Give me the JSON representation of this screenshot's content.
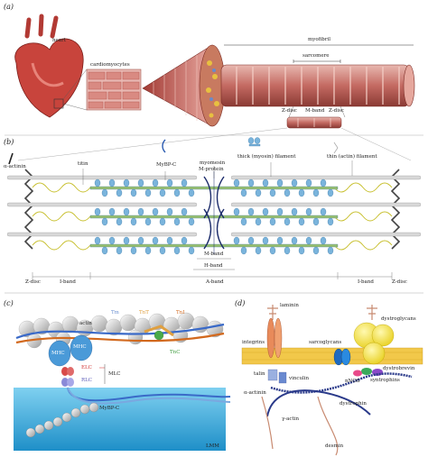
{
  "panels": {
    "a": "(a)",
    "b": "(b)",
    "c": "(c)",
    "d": "(d)"
  },
  "panel_a": {
    "heart": "heart",
    "cardiomyocytes": "cardiomyocytes",
    "myofibril": "myofibril",
    "sarcomere": "sarcomere",
    "z_disc_1": "Z-disc",
    "m_band": "M-band",
    "z_disc_2": "Z-disc"
  },
  "panel_b": {
    "alpha_actinin": "α-actinin",
    "titin": "titin",
    "mybpc": "MyBP-C",
    "myomesin": "myomesin",
    "m_protein": "M-protein",
    "thick_filament": "thick (myosin) filament",
    "thin_filament": "thin (actin) filament",
    "m_band": "M-band",
    "h_band": "H-band",
    "z_disc_left": "Z-disc",
    "i_band_left": "I-band",
    "a_band": "A-band",
    "i_band_right": "I-band",
    "z_disc_right": "Z-disc"
  },
  "panel_c": {
    "tm": "Tm",
    "tnt": "TnT",
    "tni": "TnI",
    "actin": "actin",
    "tnc": "TnC",
    "mhc1": "MHC",
    "mhc2": "MHC",
    "elc": "ELC",
    "mlc": "MLC",
    "rlc": "RLC",
    "mybpc": "MyBP-C",
    "lmm": "LMM"
  },
  "panel_d": {
    "laminin": "laminin",
    "integrins": "integrins",
    "sarcoglycans": "sarcoglycans",
    "dystroglycans": "dystroglycans",
    "dystrobrevin": "dystrobrevin",
    "talin": "talin",
    "vinculin": "vinculin",
    "nnos": "nNOS",
    "syntrophins": "syntrophins",
    "alpha_actinin": "α-actinin",
    "dystrophin": "dystrophin",
    "gamma_actin": "γ-actin",
    "desmin": "desmin"
  }
}
